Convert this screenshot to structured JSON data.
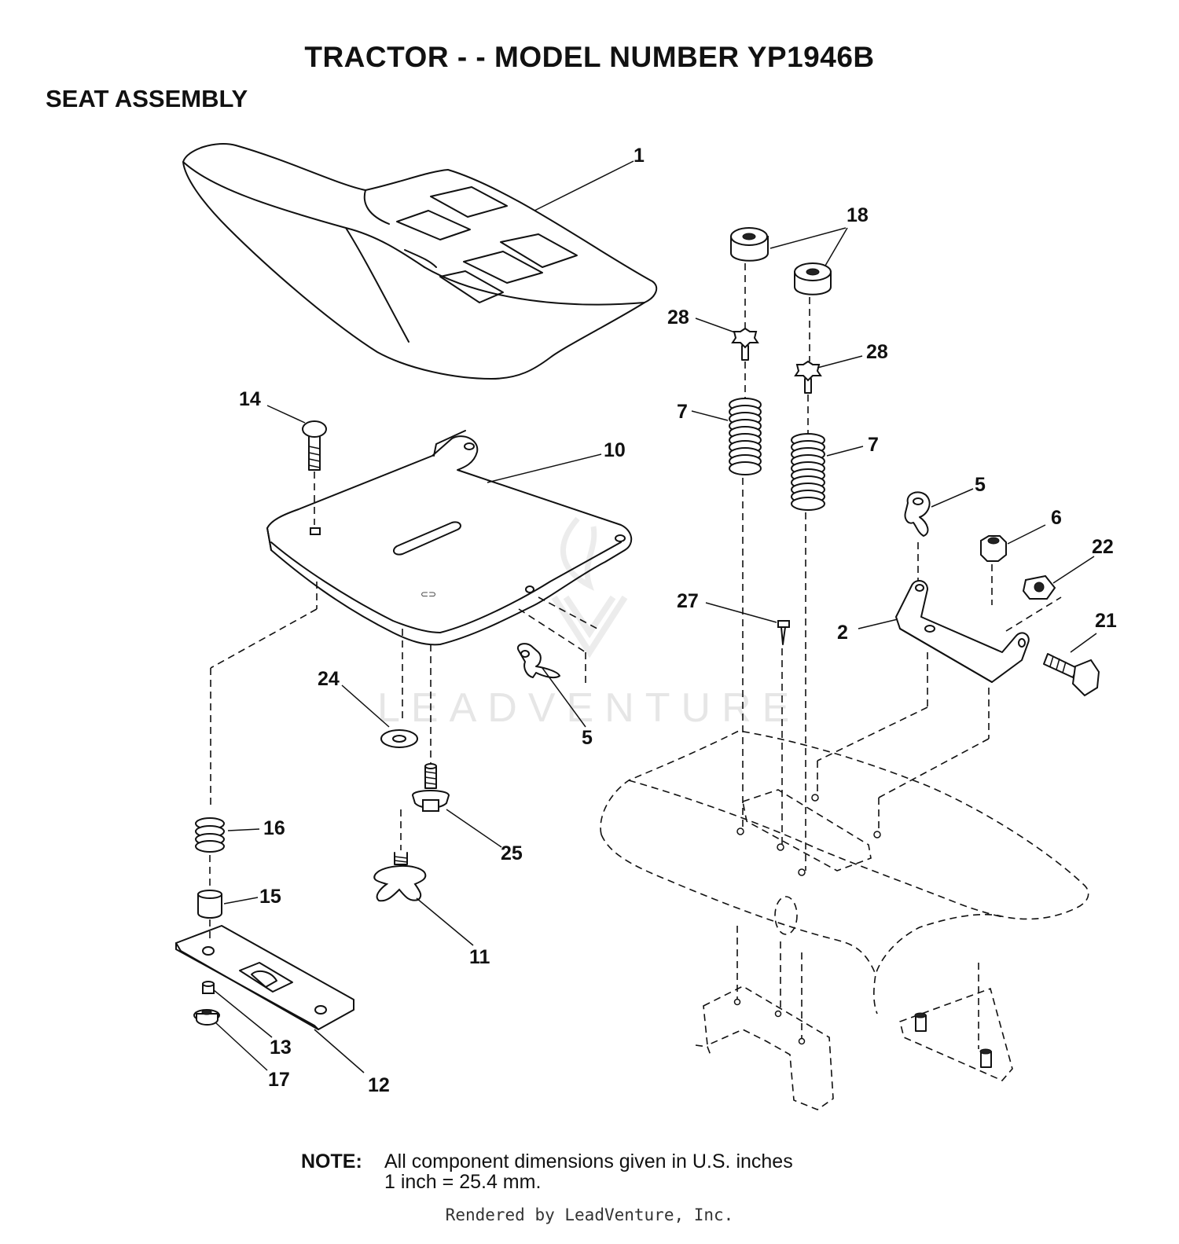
{
  "header": {
    "title": "TRACTOR - - MODEL NUMBER YP1946B",
    "section": "SEAT ASSEMBLY"
  },
  "watermark": {
    "text": "LEADVENTURE"
  },
  "callouts": {
    "c1": "1",
    "c2": "2",
    "c5a": "5",
    "c5b": "5",
    "c6": "6",
    "c7a": "7",
    "c7b": "7",
    "c10": "10",
    "c11": "11",
    "c12": "12",
    "c13": "13",
    "c14": "14",
    "c15": "15",
    "c16": "16",
    "c17": "17",
    "c18": "18",
    "c21": "21",
    "c22": "22",
    "c24": "24",
    "c25": "25",
    "c27": "27",
    "c28a": "28",
    "c28b": "28"
  },
  "note": {
    "label": "NOTE:",
    "line1": "All component dimensions given in U.S. inches",
    "line2": "1 inch = 25.4 mm."
  },
  "footer": {
    "text": "Rendered by LeadVenture, Inc."
  }
}
